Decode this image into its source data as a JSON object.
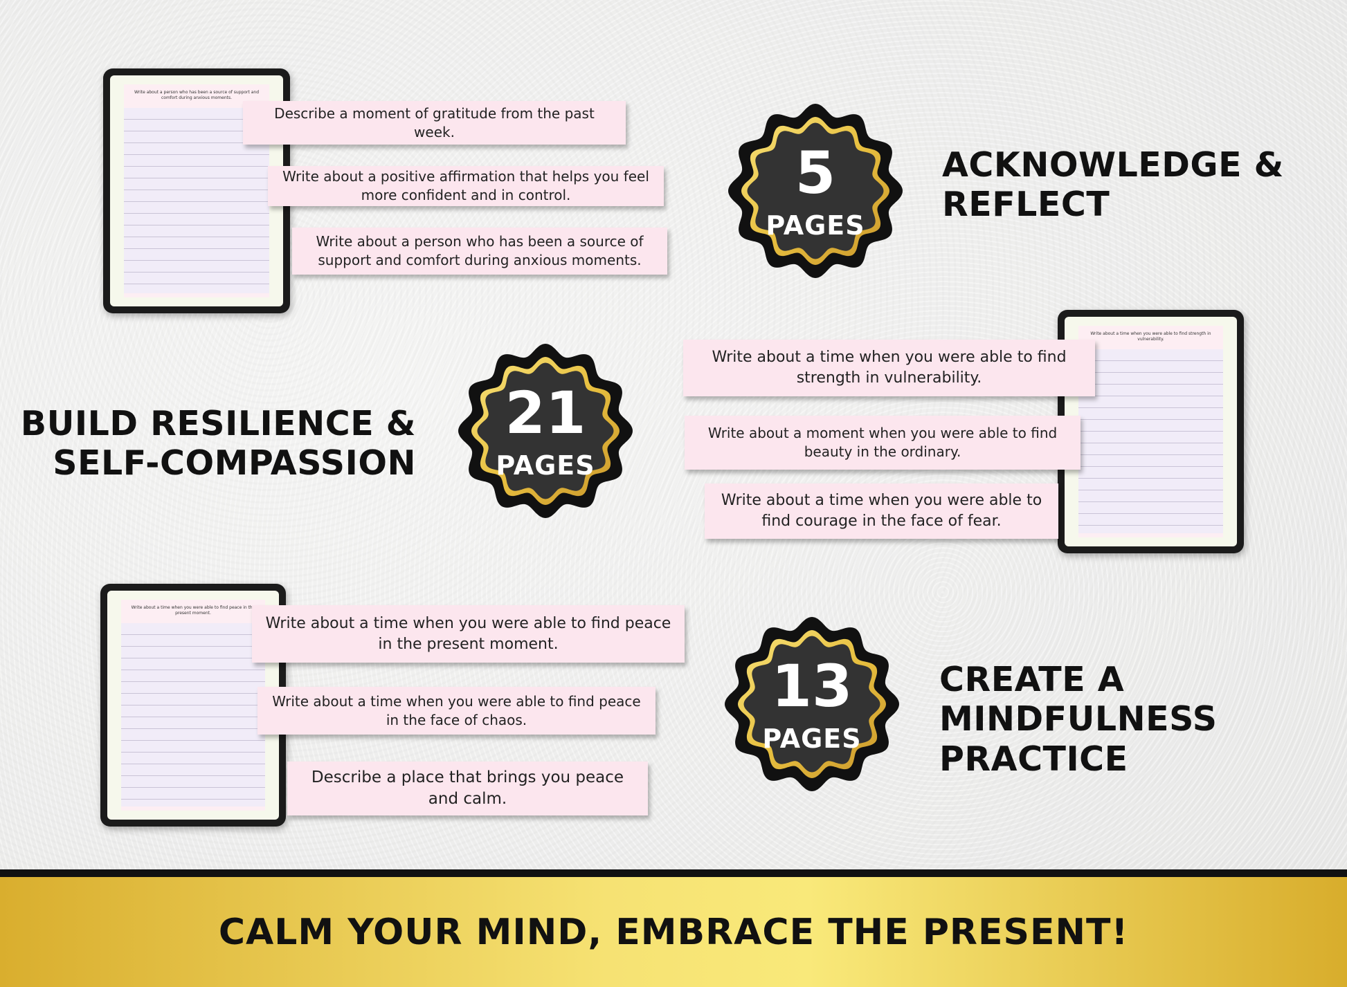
{
  "sections": [
    {
      "badge": {
        "number": "5",
        "label": "PAGES"
      },
      "heading": [
        "ACKNOWLEDGE &",
        "REFLECT"
      ],
      "tablet_prompt": "Write about a person who has been a source of support and comfort during anxious moments.",
      "cards": [
        "Describe a moment of gratitude from the past week.",
        "Write about a positive affirmation that helps you feel more confident and in control.",
        "Write about a person who has been a source of support and comfort during anxious moments."
      ]
    },
    {
      "badge": {
        "number": "21",
        "label": "PAGES"
      },
      "heading": [
        "BUILD RESILIENCE &",
        "SELF-COMPASSION"
      ],
      "tablet_prompt": "Write about a time when you were able to find strength in vulnerability.",
      "cards": [
        "Write about a time when you were able to find strength in vulnerability.",
        "Write about a moment when you were able to find beauty in the ordinary.",
        "Write about a time when you were able to find courage in the face of fear."
      ]
    },
    {
      "badge": {
        "number": "13",
        "label": "PAGES"
      },
      "heading": [
        "CREATE A",
        "MINDFULNESS",
        "PRACTICE"
      ],
      "tablet_prompt": "Write about a time when you were able to find peace in the present moment.",
      "cards": [
        "Write about a time when you were able to find peace in the present moment.",
        "Write about a time when you were able to find peace in the face of chaos.",
        "Describe a place that brings you peace and calm."
      ]
    }
  ],
  "footer": {
    "tagline": "CALM YOUR MIND, EMBRACE THE PRESENT!"
  },
  "colors": {
    "badge_fill": "#333333",
    "badge_ring": "#e8c040",
    "badge_outer": "#111111",
    "card_bg": "#fce6ee",
    "footer_gold": "#f6e273"
  }
}
